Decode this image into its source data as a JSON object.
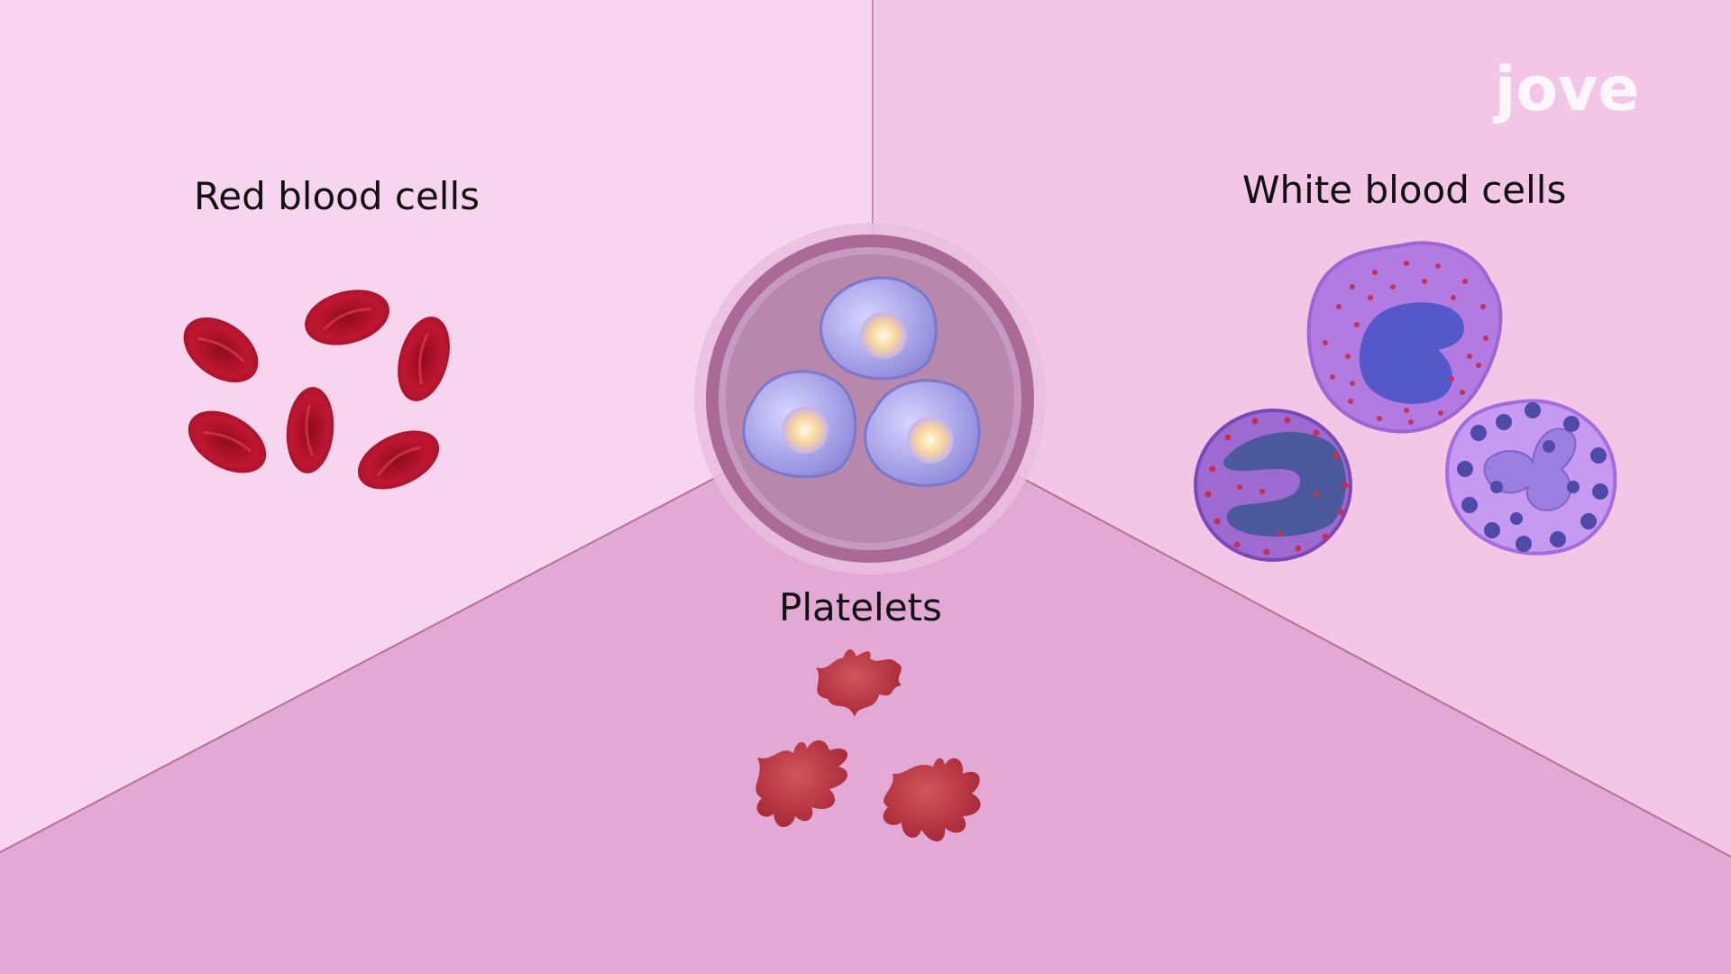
{
  "labels": {
    "red_blood_cells": "Red blood cells",
    "white_blood_cells": "White blood cells",
    "platelets": "Platelets"
  },
  "logo": {
    "text": "jove"
  },
  "colors": {
    "left_panel": "#f8d5ee",
    "right_panel": "#f2c6e4",
    "bottom_panel": "#e1a9d4",
    "divider": "#b5709a",
    "red_cell": "#b3142a",
    "platelet": "#b8313d",
    "dish_rim": "#9a5f8a",
    "stem_cell": "#a9a6e6",
    "wbc_granular": "#b27be2",
    "wbc_nucleus": "#5558c8"
  },
  "icons": [
    "red-blood-cell-icon",
    "white-blood-cell-icon",
    "platelet-icon",
    "stem-cell-dish-icon",
    "jove-logo"
  ]
}
